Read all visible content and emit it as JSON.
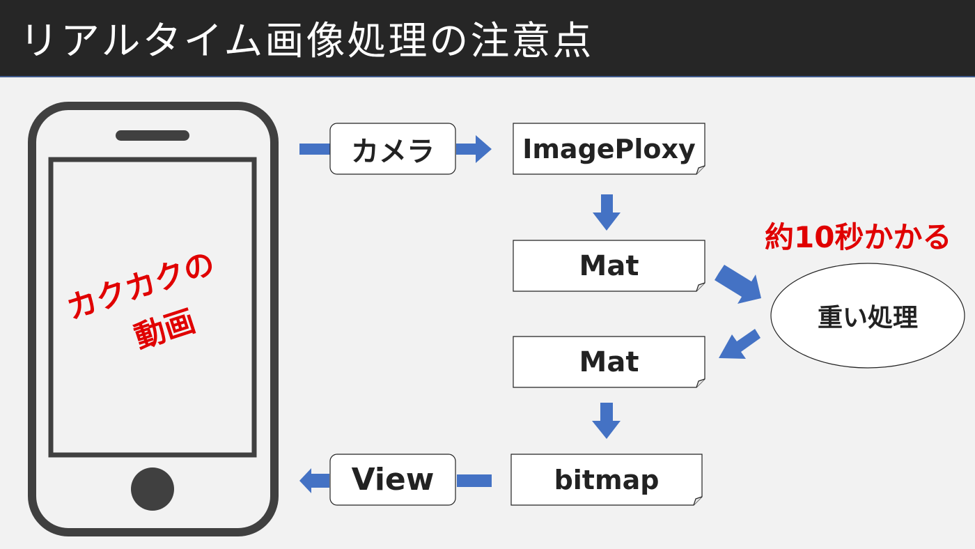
{
  "title": "リアルタイム画像処理の注意点",
  "phone": {
    "caption_line1": "カクカクの",
    "caption_line2": "動画"
  },
  "nodes": {
    "camera": "カメラ",
    "imageproxy": "ImagePloxy",
    "mat1": "Mat",
    "heavy": "重い処理",
    "mat2": "Mat",
    "bitmap": "bitmap",
    "view": "View"
  },
  "note": "約10秒かかる",
  "colors": {
    "title_bg": "#262626",
    "arrow": "#4472c4",
    "accent_red": "#e00000",
    "phone": "#404040"
  }
}
